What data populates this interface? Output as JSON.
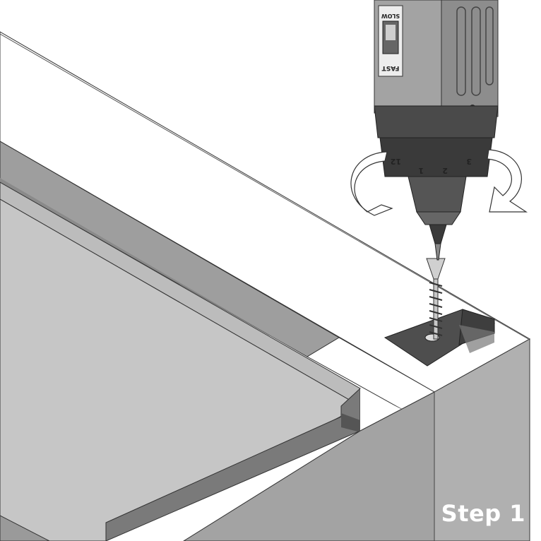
{
  "step_label": "Step 1",
  "drill": {
    "speed_fast": "FAST",
    "speed_slow": "SLOW",
    "clutch_numbers": [
      "12",
      "1",
      "2",
      "3"
    ]
  },
  "colors": {
    "board_top": "#c4c4c4",
    "board_edge": "#8f8f8f",
    "side_panel": "#a6a6a6",
    "side_panel_light": "#b3b3b3",
    "drill_body": "#9c9c9c",
    "drill_dark": "#3c3c3c",
    "bracket": "#5a5a5a"
  },
  "icons": [
    "rotation-arrow-left-icon",
    "rotation-arrow-right-icon"
  ]
}
